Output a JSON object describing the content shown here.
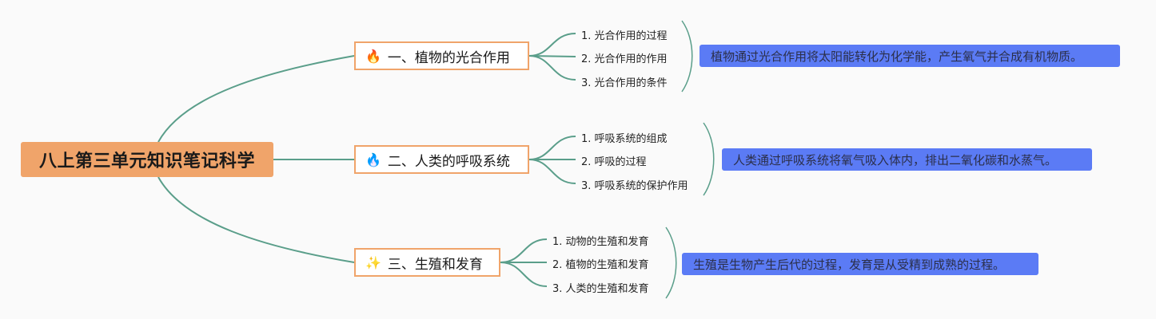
{
  "root": {
    "label": "八上第三单元知识笔记科学"
  },
  "branches": [
    {
      "icon": "fire-icon",
      "icon_glyph": "🔥",
      "label": "一、植物的光合作用",
      "items": [
        "1. 光合作用的过程",
        "2. 光合作用的作用",
        "3. 光合作用的条件"
      ],
      "summary": "植物通过光合作用将太阳能转化为化学能，产生氧气并合成有机物质。"
    },
    {
      "icon": "blue-flame-icon",
      "icon_glyph": "🔥",
      "label": "二、人类的呼吸系统",
      "items": [
        "1. 呼吸系统的组成",
        "2. 呼吸的过程",
        "3. 呼吸系统的保护作用"
      ],
      "summary": "人类通过呼吸系统将氧气吸入体内，排出二氧化碳和水蒸气。"
    },
    {
      "icon": "magic-wand-icon",
      "icon_glyph": "✨",
      "label": "三、生殖和发育",
      "items": [
        "1. 动物的生殖和发育",
        "2. 植物的生殖和发育",
        "3. 人类的生殖和发育"
      ],
      "summary": "生殖是生物产生后代的过程，发育是从受精到成熟的过程。"
    }
  ],
  "colors": {
    "connector": "#5a9e8a",
    "root_fill": "#f0a46a",
    "topic_border": "#f0a46a",
    "summary_fill": "#5b7bf5"
  }
}
